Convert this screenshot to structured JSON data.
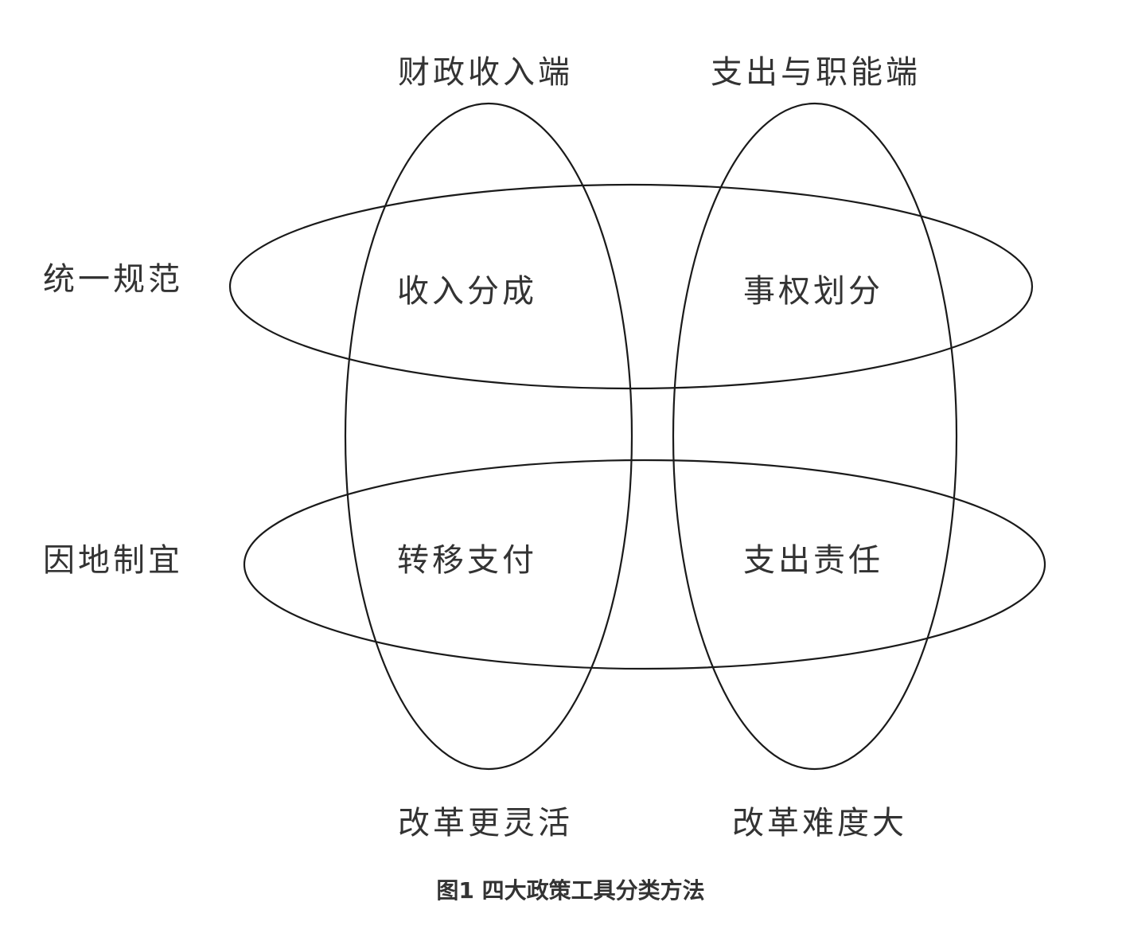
{
  "diagram": {
    "columns": [
      {
        "header": "财政收入端",
        "footer": "改革更灵活"
      },
      {
        "header": "支出与职能端",
        "footer": "改革难度大"
      }
    ],
    "rows": [
      {
        "label": "统一规范"
      },
      {
        "label": "因地制宜"
      }
    ],
    "cells": [
      [
        "收入分成",
        "事权划分"
      ],
      [
        "转移支付",
        "支出责任"
      ]
    ],
    "caption": "图1 四大政策工具分类方法"
  }
}
